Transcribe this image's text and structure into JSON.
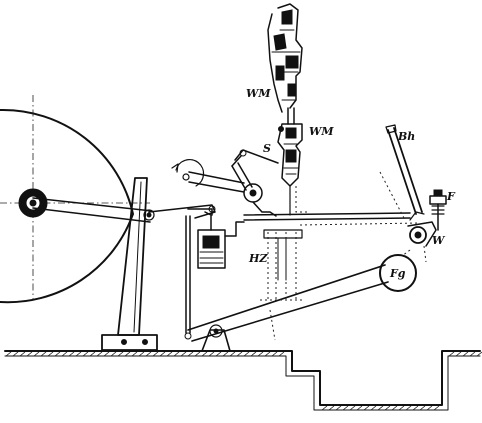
{
  "labels": {
    "wm_upper": "WM",
    "wm_lower": "WM",
    "s": "S",
    "bh": "Bh",
    "f": "F",
    "w": "W",
    "hz": "HZ",
    "fg": "Fg"
  }
}
